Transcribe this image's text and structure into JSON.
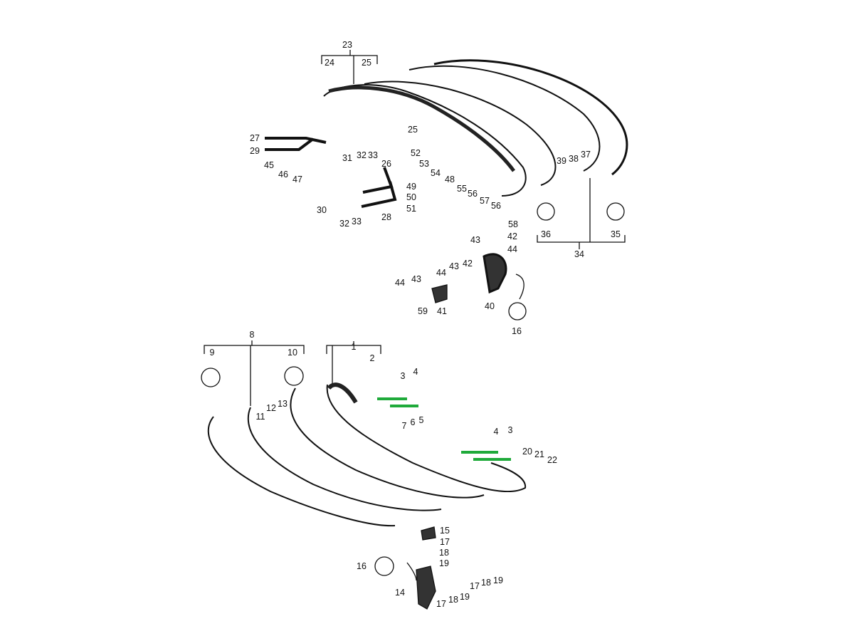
{
  "diagram": {
    "type": "exploded parts diagram - front and rear bumper assemblies",
    "colors": {
      "line": "#111111",
      "bracket_highlight": "#1faa3a"
    },
    "labels": [
      "23",
      "24",
      "25",
      "25",
      "27",
      "29",
      "31",
      "32",
      "33",
      "26",
      "45",
      "46",
      "47",
      "52",
      "53",
      "54",
      "48",
      "49",
      "50",
      "51",
      "55",
      "56",
      "57",
      "56",
      "30",
      "32",
      "33",
      "28",
      "39",
      "38",
      "37",
      "36",
      "35",
      "34",
      "58",
      "43",
      "42",
      "44",
      "43",
      "42",
      "44",
      "44",
      "43",
      "59",
      "41",
      "40",
      "16",
      "8",
      "9",
      "10",
      "1",
      "2",
      "3",
      "4",
      "11",
      "12",
      "13",
      "7",
      "6",
      "5",
      "4",
      "3",
      "20",
      "21",
      "22",
      "15",
      "17",
      "18",
      "19",
      "16",
      "17",
      "18",
      "19",
      "14",
      "19",
      "18",
      "17"
    ]
  }
}
